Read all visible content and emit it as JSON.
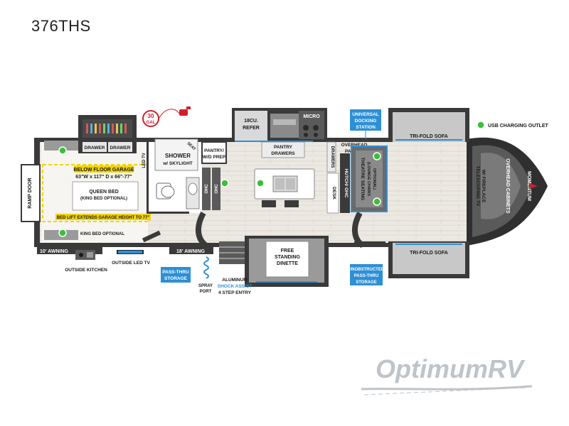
{
  "model": "376THS",
  "labels": {
    "ramp_door": "RAMP DOOR",
    "garage_title": "BELOW FLOOR GARAGE",
    "garage_dims": "63\"W x 117\" D x 66\"-77\"",
    "queen_bed": "QUEEN BED",
    "king_bed_optional_paren": "(KING BED OPTIONAL)",
    "bed_lift": "BED LIFT EXTENDS GARAGE HEIGHT TO 77\"",
    "king_bed_optional": "KING BED OPTIONAL",
    "drawer_1": "DRAWER",
    "drawer_2": "DRAWER",
    "gal_num": "30",
    "gal_unit": "GAL",
    "led_tv": "LED TV",
    "shower": "SHOWER",
    "w_skylight": "w/ SKYLIGHT",
    "seat": "SEAT",
    "pantry_wd_1": "PANTRY/",
    "pantry_wd_2": "W/D PREP",
    "ohc_1": "OHC",
    "ohc_2": "OHC",
    "refer_1": "18CU.",
    "refer_2": "REFER",
    "micro": "MICRO",
    "pantry_drawers_1": "PANTRY",
    "pantry_drawers_2": "DRAWERS",
    "drawers": "DRAWERS",
    "desk": "DESK",
    "hutch_ohc": "HUTCH/ OHC",
    "overhead_pantry_1": "OVERHEAD",
    "overhead_pantry_2": "PANTRY",
    "theatre_seating": "THEATRE SEATING",
    "lounge_chairs_1": "(LOUNGE CHAIRS",
    "lounge_chairs_2": "OPTIONAL)",
    "universal_docking_1": "UNIVERSAL",
    "universal_docking_2": "DOCKING",
    "universal_docking_3": "STATION",
    "trifold_sofa_top": "TRI-FOLD SOFA",
    "trifold_sofa_bottom": "TRI-FOLD SOFA",
    "usb_outlet": "USB CHARGING OUTLET",
    "telescoping_tv_1": "TELESCOPING TV",
    "telescoping_tv_2": "W/ FIREPLACE",
    "overhead_cabinets": "OVERHEAD CABINETS",
    "free_standing_1": "FREE",
    "free_standing_2": "STANDING",
    "free_standing_3": "DINETTE",
    "awning_10": "10' AWNING",
    "awning_18": "18' AWNING",
    "outside_kitchen": "OUTSIDE KITCHEN",
    "outside_led_tv": "OUTSIDE LED TV",
    "pass_thru_1": "PASS-THRU",
    "pass_thru_2": "STORAGE",
    "spray_port_1": "SPRAY",
    "spray_port_2": "PORT",
    "aluminum_1": "ALUMINUM",
    "aluminum_2": "SHOCK ASSIST",
    "aluminum_3": "4 STEP ENTRY",
    "unobstructed_1": "UNOBSTRUCTED",
    "unobstructed_2": "PASS-THRU",
    "unobstructed_3": "STORAGE",
    "cap_logo": "MOMENTUM"
  },
  "watermark": "OptimumRV",
  "colors": {
    "wall": "#3a3a3a",
    "floor": "#ece8e2",
    "accent_blue": "#2d8fd6",
    "usb_green": "#3bbf3b",
    "garage_yellow": "#f1d400",
    "gal_red": "#d11f2a",
    "watermark": "#bfc4c9"
  }
}
